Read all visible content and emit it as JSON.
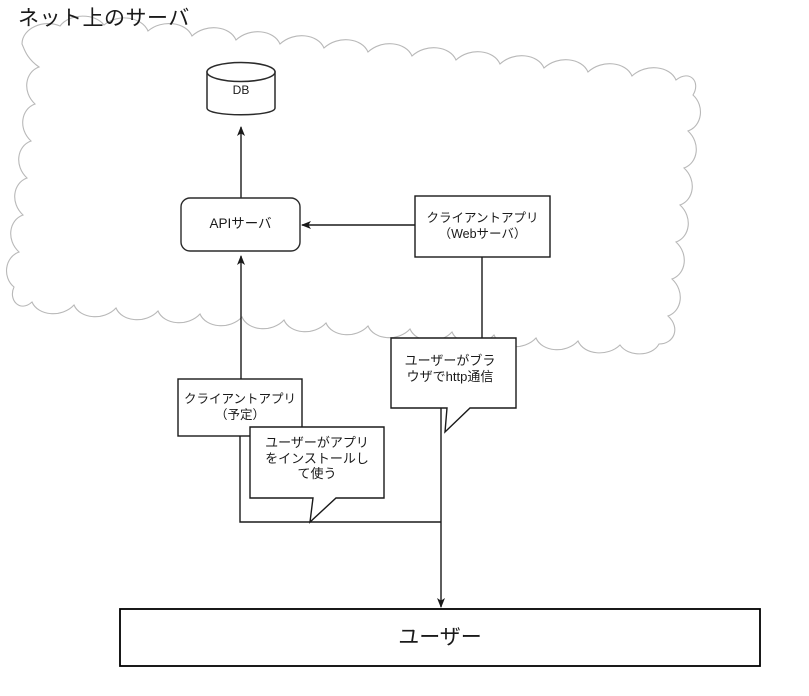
{
  "diagram": {
    "title": "ネット上のサーバ",
    "nodes": {
      "db": {
        "label": "DB",
        "shape": "cylinder"
      },
      "api_server": {
        "label": "APIサーバ",
        "shape": "rounded-rectangle"
      },
      "web_client": {
        "label": "クライアントアプリ\n（Webサーバ）",
        "shape": "rectangle"
      },
      "planned_client": {
        "label": "クライアントアプリ\n（予定）",
        "shape": "rectangle"
      },
      "http_note": {
        "label": "ユーザーがブラ\nウザでhttp通信",
        "shape": "callout"
      },
      "install_note": {
        "label": "ユーザーがアプリ\nをインストールし\nて使う",
        "shape": "callout"
      },
      "user": {
        "label": "ユーザー",
        "shape": "rectangle"
      }
    },
    "edges": [
      {
        "from": "api_server",
        "to": "db",
        "arrow": "up"
      },
      {
        "from": "web_client",
        "to": "api_server",
        "arrow": "left"
      },
      {
        "from": "planned_client",
        "to": "api_server",
        "arrow": "up"
      },
      {
        "from": "user",
        "to": "planned_client",
        "arrow": "none"
      },
      {
        "from": "web_client",
        "to": "user",
        "arrow": "down"
      }
    ],
    "colors": {
      "cloud_stroke": "#b8b8b8",
      "node_stroke": "#1a1a1a",
      "node_fill": "#ffffff",
      "edge_stroke": "#1a1a1a",
      "text": "#1a1a1a",
      "background": "#ffffff"
    }
  }
}
